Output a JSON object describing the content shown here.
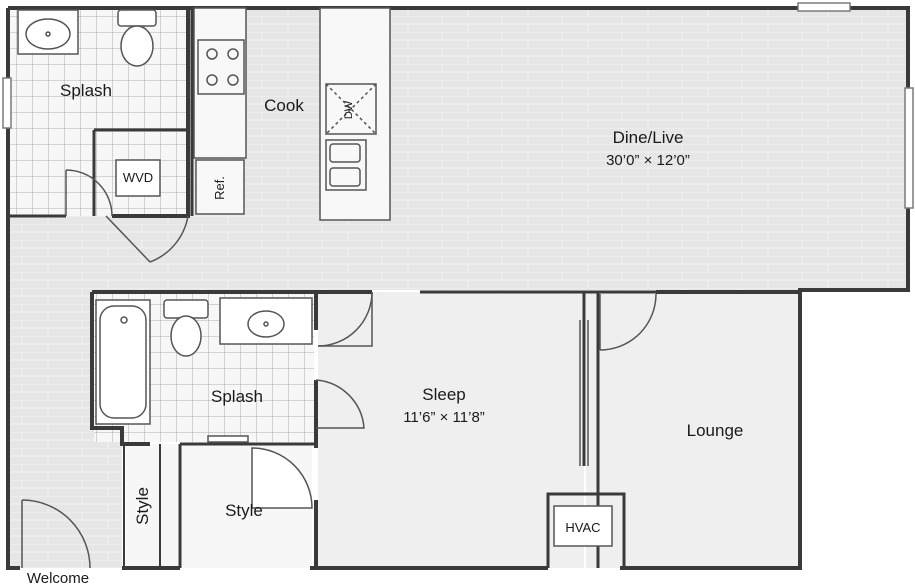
{
  "plan": {
    "rooms": {
      "dine_live": {
        "name": "Dine/Live",
        "dims": "30’0” × 12’0”"
      },
      "cook": {
        "name": "Cook"
      },
      "splash_top": {
        "name": "Splash"
      },
      "splash_bottom": {
        "name": "Splash"
      },
      "sleep": {
        "name": "Sleep",
        "dims": "11’6” × 11’8”"
      },
      "lounge": {
        "name": "Lounge"
      },
      "style_closet_a": {
        "name": "Style"
      },
      "style_closet_b": {
        "name": "Style"
      },
      "welcome": {
        "name": "Welcome"
      }
    },
    "fixtures": {
      "wd": "WVD",
      "fridge": "Ref.",
      "dishwasher": "DW",
      "hvac": "HVAC"
    },
    "colors": {
      "wall": "#3a3a3a",
      "floor_wood": "#e6e6e6",
      "floor_carpet": "#efefef",
      "floor_tile": "#f4f4f4",
      "line": "#7a7a7a"
    }
  }
}
